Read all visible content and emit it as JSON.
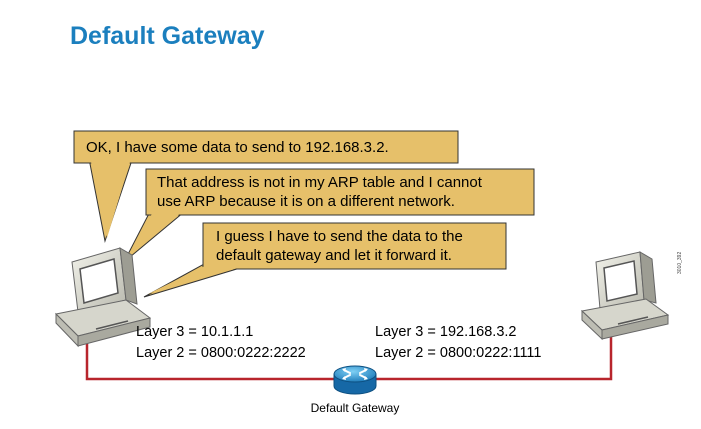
{
  "title": "Default Gateway",
  "bubbles": [
    "OK, I have some data to send to 192.168.3.2.",
    "That address is not in my ARP table and I cannot",
    "use ARP because it is on a different network.",
    "I guess I have to send the data to the",
    "default gateway and let it forward it."
  ],
  "left_host": {
    "layer3": "Layer 3 = 10.1.1.1",
    "layer2": "Layer 2 = 0800:0222:2222"
  },
  "right_host": {
    "layer3": "Layer 3 = 192.168.3.2",
    "layer2": "Layer 2 = 0800:0222:1111"
  },
  "gateway": {
    "label": "Default Gateway",
    "icon": "router-icon"
  },
  "figure_code": "3010_392",
  "colors": {
    "title": "#1b7fbe",
    "bubble": "#e6c06a",
    "link": "#b8252c",
    "router": "#1e88c8"
  }
}
